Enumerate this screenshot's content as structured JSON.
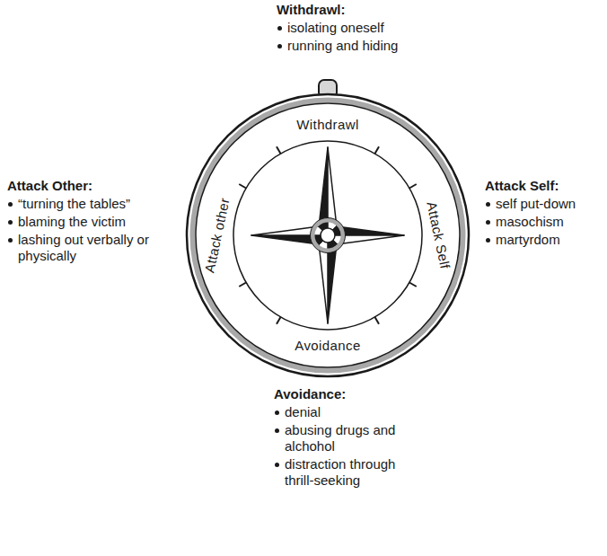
{
  "diagram": {
    "labels": [
      "Withdrawl:",
      "isolating oneself",
      "running and hiding",
      "Withdrawl",
      "Attack other",
      "Attack Self",
      "Avoidance",
      "Attack Other:",
      "“turning the tables”",
      "blaming the victim",
      "lashing out verbally or physically",
      "Attack Self:",
      "self put-down",
      "masochism",
      "martyrdom",
      "Avoidance:",
      "denial",
      "abusing drugs and alchohol",
      "distraction through thrill-seeking"
    ]
  }
}
